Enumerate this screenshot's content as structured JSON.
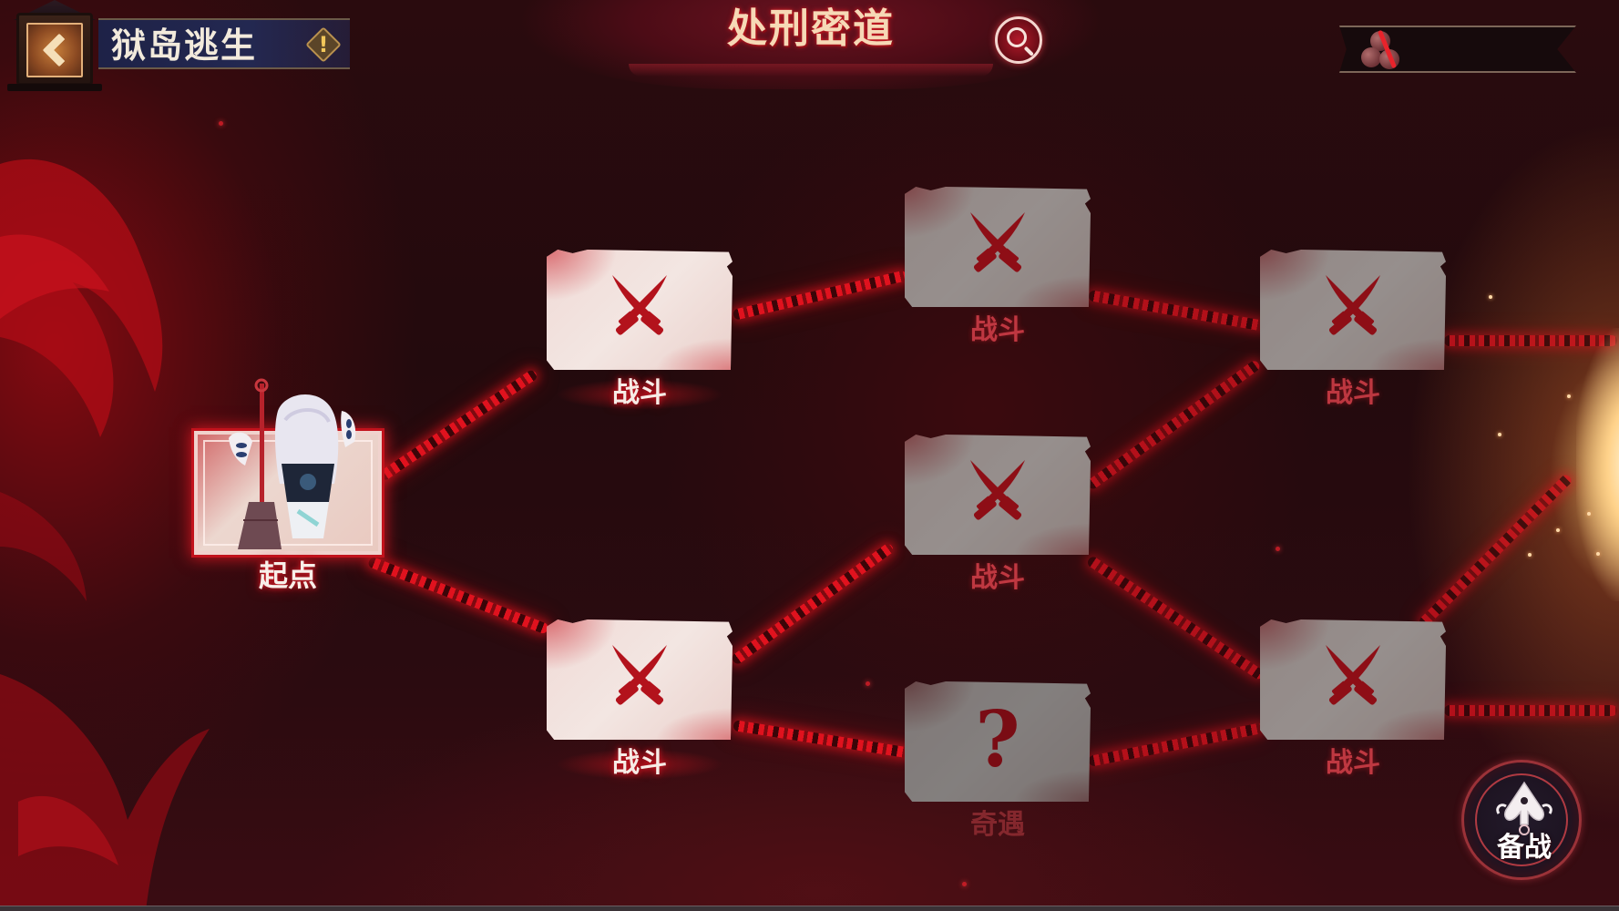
{
  "header": {
    "back_button_label": "",
    "mode_title": "狱岛逃生",
    "info_icon": "exclamation-diamond-icon",
    "page_title": "处刑密道",
    "search_icon": "magnifier-icon"
  },
  "resource": {
    "icon": "red-bead-cluster-icon",
    "value": ""
  },
  "map": {
    "start_node": {
      "label": "起点",
      "icon": "player-avatar"
    },
    "nodes": [
      {
        "id": "c1-top",
        "type": "battle",
        "label": "战斗",
        "icon": "crossed-swords-icon",
        "state": "available"
      },
      {
        "id": "c1-bottom",
        "type": "battle",
        "label": "战斗",
        "icon": "crossed-swords-icon",
        "state": "available"
      },
      {
        "id": "c2-top",
        "type": "battle",
        "label": "战斗",
        "icon": "crossed-swords-icon",
        "state": "locked"
      },
      {
        "id": "c2-mid",
        "type": "battle",
        "label": "战斗",
        "icon": "crossed-swords-icon",
        "state": "locked"
      },
      {
        "id": "c2-bottom",
        "type": "encounter",
        "label": "奇遇",
        "icon": "question-mark-icon",
        "symbol": "?",
        "state": "locked"
      },
      {
        "id": "c3-top",
        "type": "battle",
        "label": "战斗",
        "icon": "crossed-swords-icon",
        "state": "locked"
      },
      {
        "id": "c3-bottom",
        "type": "battle",
        "label": "战斗",
        "icon": "crossed-swords-icon",
        "state": "locked"
      }
    ]
  },
  "prepare_button": {
    "label": "备战",
    "icon": "spade-emblem-icon"
  },
  "colors": {
    "background": "#230a0d",
    "chain": "#e0121e",
    "title_glow": "#d4202a",
    "card": "#f0dad6",
    "title_plate": "#232851",
    "exit_glow": "#ffc86e"
  }
}
